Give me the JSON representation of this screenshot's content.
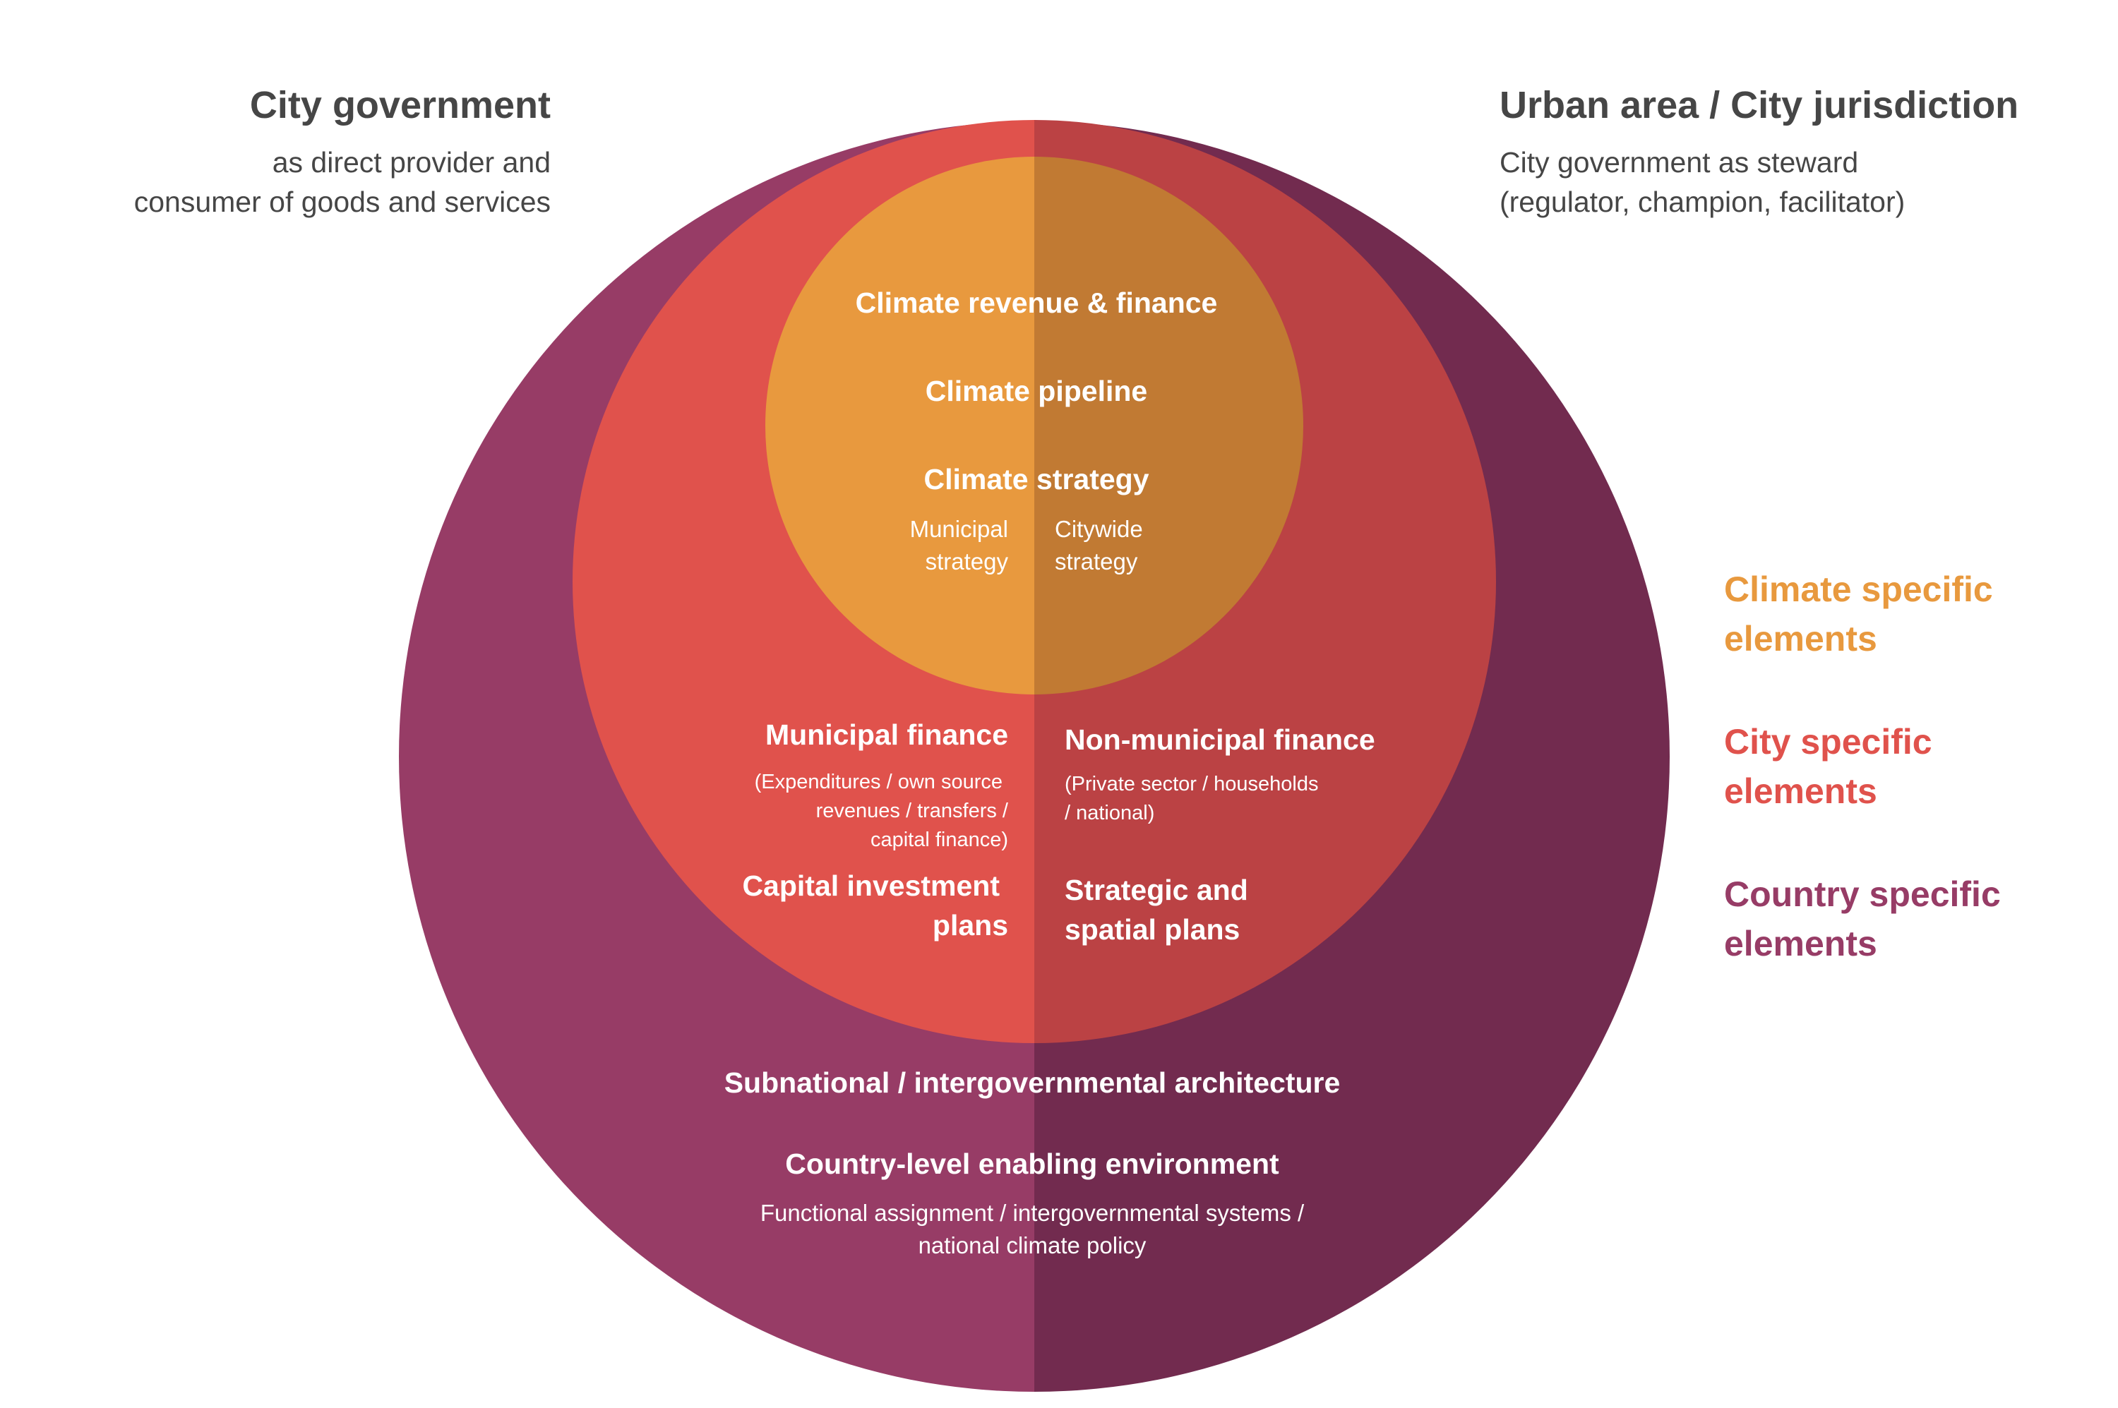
{
  "diagram": {
    "colors": {
      "outer_left": "#973C66",
      "outer_right": "#722B4F",
      "middle_left": "#E0524C",
      "middle_right": "#BB4244",
      "inner_left": "#E8993E",
      "inner_right": "#C17A33"
    },
    "headers": {
      "left_title": "City government",
      "left_sub_1": "as direct provider and",
      "left_sub_2": "consumer of goods and services",
      "right_title": "Urban area / City jurisdiction",
      "right_sub_1": "City government as steward",
      "right_sub_2": "(regulator, champion, facilitator)"
    },
    "inner": {
      "revenue": "Climate revenue & finance",
      "pipeline": "Climate pipeline",
      "strategy": "Climate strategy",
      "municipal_1": "Municipal",
      "municipal_2": "strategy",
      "citywide_1": "Citywide",
      "citywide_2": "strategy"
    },
    "middle": {
      "mun_finance": "Municipal finance",
      "mun_detail_1": "(Expenditures / own source",
      "mun_detail_2": "revenues / transfers /",
      "mun_detail_3": "capital finance)",
      "cap_plans_1": "Capital investment",
      "cap_plans_2": "plans",
      "nonmun_finance": "Non-municipal finance",
      "nonmun_detail_1": "(Private sector / households",
      "nonmun_detail_2": "/ national)",
      "spatial_1": "Strategic and",
      "spatial_2": "spatial plans"
    },
    "outer": {
      "subnational": "Subnational / intergovernmental architecture",
      "country": "Country-level enabling environment",
      "country_detail_1": "Functional assignment / intergovernmental systems /",
      "country_detail_2": "national climate policy"
    },
    "legend": {
      "climate": "Climate specific elements",
      "city": "City specific elements",
      "country": "Country specific elements",
      "climate_color": "#E8993E",
      "city_color": "#E0524C",
      "country_color": "#973C66"
    }
  }
}
